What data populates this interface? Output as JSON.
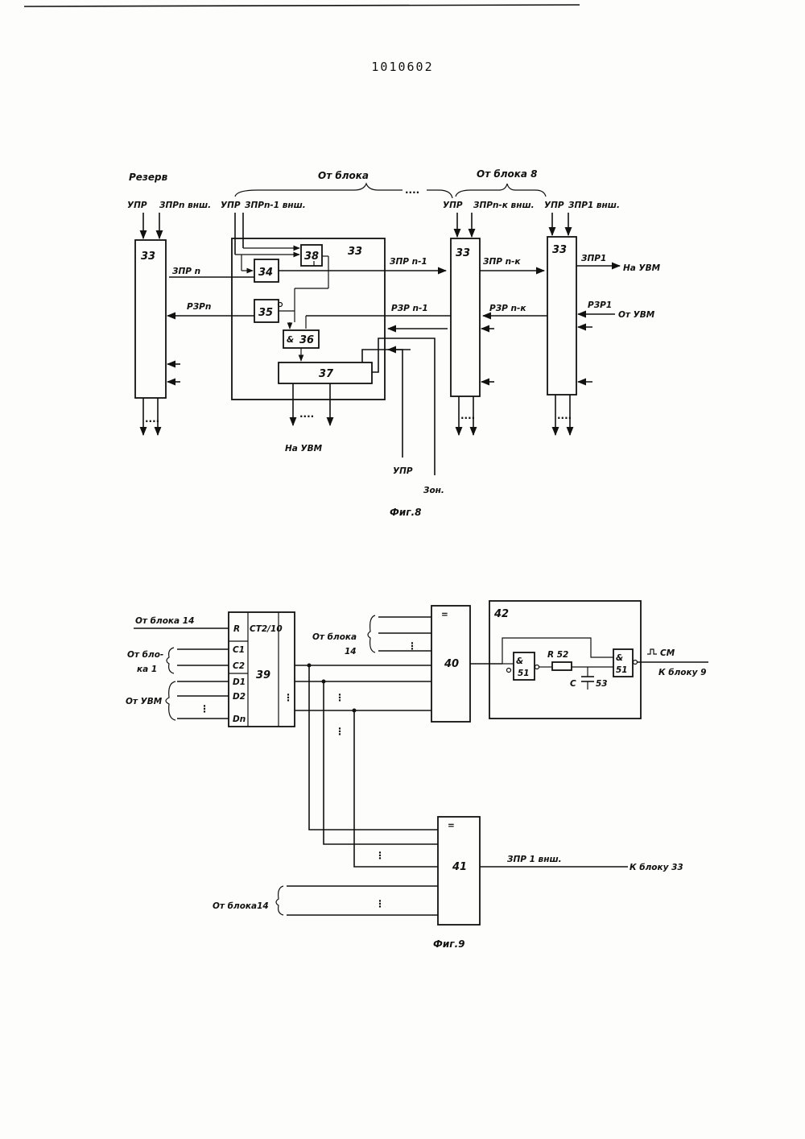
{
  "page_number": "1010602",
  "fig8": {
    "caption": "Фиг.8",
    "reserve_label": "Резерв",
    "from_block_label": "От блока",
    "from_block8_label": "От блока 8",
    "dots": "....",
    "reserve_upr": "УПР",
    "reserve_zpr_ext": "ЗПРn внш.",
    "mid_upr": "УПР",
    "mid_zpr_ext": "ЗПРn-1 внш.",
    "b2_upr": "УПР",
    "b2_zpr_ext": "ЗПРn-к внш.",
    "b3_upr": "УПР",
    "b3_zpr_ext": "ЗПР1 внш.",
    "block33": "33",
    "block34": "34",
    "block35": "35",
    "block36": "36",
    "and_symbol": "&",
    "block37": "37",
    "block38": "38",
    "zpr_n": "ЗПР n",
    "rzr_n": "РЗРn",
    "zpr_n1": "ЗПР n-1",
    "rzr_n1": "РЗР n-1",
    "zpr_nk": "ЗПР n-к",
    "rzr_nk": "РЗР n-к",
    "zpr1": "ЗПР1",
    "rzr1": "РЗР1",
    "to_uvm": "На УВМ",
    "from_uvm": "От УВМ",
    "upr_bottom": "УПР",
    "zon": "Зон."
  },
  "fig9": {
    "caption": "Фиг.9",
    "from_block14": "От блока 14",
    "from_block1_line1": "От бло-",
    "from_block1_line2": "ка 1",
    "from_uvm": "От УВМ",
    "ct_r": "R",
    "ct_title": "СТ2/10",
    "ct_c1": "C1",
    "ct_c2": "C2",
    "ct_d1": "D1",
    "ct_d2": "D2",
    "ct_dn": "Dn",
    "block39": "39",
    "block40": "40",
    "block41": "41",
    "block42": "42",
    "eq_symbol": "=",
    "from_block14_40_line1": "От блока",
    "from_block14_40_line2": "14",
    "and_symbol": "&",
    "gate51": "51",
    "r_label": "R 52",
    "c_label": "C",
    "c_num": "53",
    "sm_label": "СМ",
    "to_block9": "К блоку 9",
    "zpr1_ext": "ЗПР 1 внш.",
    "to_block33": "К блоку 33",
    "from_block14_41": "От блока14",
    "dots_v": "⋮"
  }
}
